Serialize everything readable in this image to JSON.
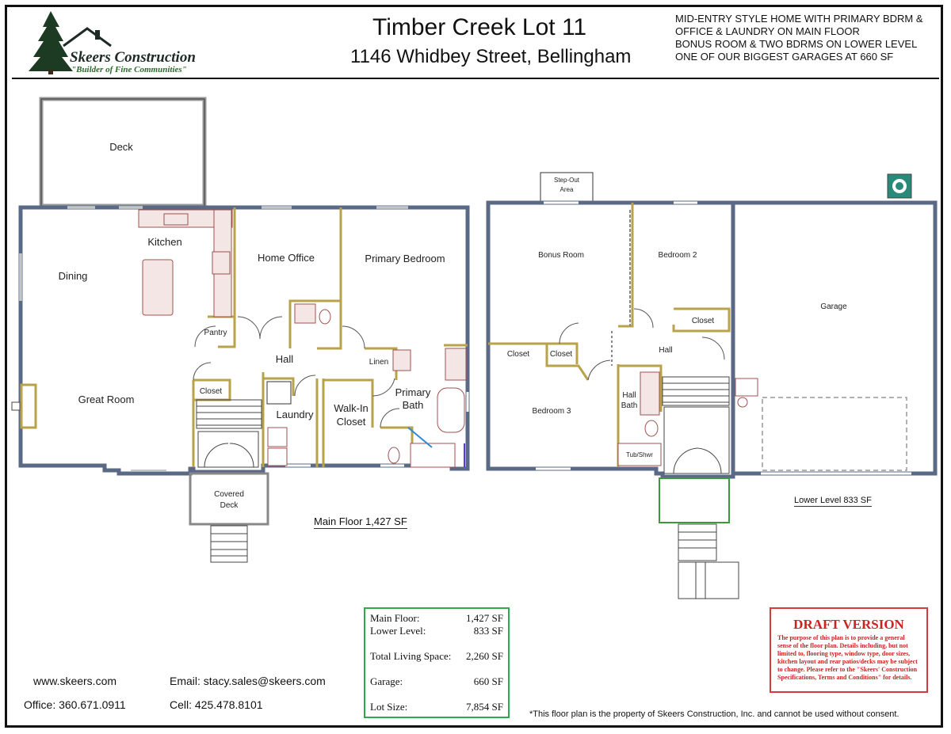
{
  "header": {
    "company": "Skeers Construction",
    "tagline": "\"Builder of Fine Communities\"",
    "title": "Timber Creek Lot 11",
    "address": "1146 Whidbey Street, Bellingham",
    "notes": [
      "MID-ENTRY STYLE HOME WITH PRIMARY BDRM &",
      "OFFICE & LAUNDRY ON MAIN FLOOR",
      "BONUS ROOM & TWO BDRMS ON LOWER LEVEL",
      "ONE OF OUR BIGGEST GARAGES AT 660 SF"
    ]
  },
  "main_floor": {
    "caption": "Main Floor    1,427 SF",
    "rooms": {
      "deck": "Deck",
      "kitchen": "Kitchen",
      "dining": "Dining",
      "home_office": "Home Office",
      "primary_bedroom": "Primary Bedroom",
      "pantry": "Pantry",
      "hall": "Hall",
      "linen": "Linen",
      "great_room": "Great Room",
      "closet": "Closet",
      "laundry": "Laundry",
      "walk_in_1": "Walk-In",
      "walk_in_2": "Closet",
      "primary_bath_1": "Primary",
      "primary_bath_2": "Bath",
      "covered_deck_1": "Covered",
      "covered_deck_2": "Deck"
    }
  },
  "lower_level": {
    "caption": "Lower Level    833 SF",
    "rooms": {
      "step_out_1": "Step-Out",
      "step_out_2": "Area",
      "bonus_room": "Bonus Room",
      "bedroom_2": "Bedroom 2",
      "garage": "Garage",
      "closet_b2": "Closet",
      "hall": "Hall",
      "closet_1": "Closet",
      "closet_2": "Closet",
      "hall_bath_1": "Hall",
      "hall_bath_2": "Bath",
      "bedroom_3": "Bedroom 3",
      "tub": "Tub/Shwr"
    }
  },
  "stats": [
    {
      "label": "Main Floor:",
      "value": "1,427 SF"
    },
    {
      "label": "Lower Level:",
      "value": "833 SF"
    },
    {
      "label": "Total Living Space:",
      "value": "2,260 SF"
    },
    {
      "label": "Garage:",
      "value": "660 SF"
    },
    {
      "label": "Lot Size:",
      "value": "7,854 SF"
    }
  ],
  "contact": {
    "website": "www.skeers.com",
    "email": "Email: stacy.sales@skeers.com",
    "office": "Office: 360.671.0911",
    "cell": "Cell: 425.478.8101"
  },
  "draft": {
    "heading": "DRAFT VERSION",
    "text": "The purpose of this plan is to provide a general sense of the floor plan.  Details including, but not limited to, flooring type, window type, door sizes, kitchen layout and rear patios/decks may be subject to change.  Please refer to the \"Skeers' Construction Specifications, Terms and Conditions\" for details."
  },
  "footer": "*This floor plan is the property of Skeers Construction, Inc. and cannot be used without consent.",
  "colors": {
    "exterior_wall": "#5a6a86",
    "interior_wall": "#b8a24a",
    "fixture": "#a05050",
    "stats_border": "#2faa4a",
    "draft_red": "#cc2222"
  }
}
